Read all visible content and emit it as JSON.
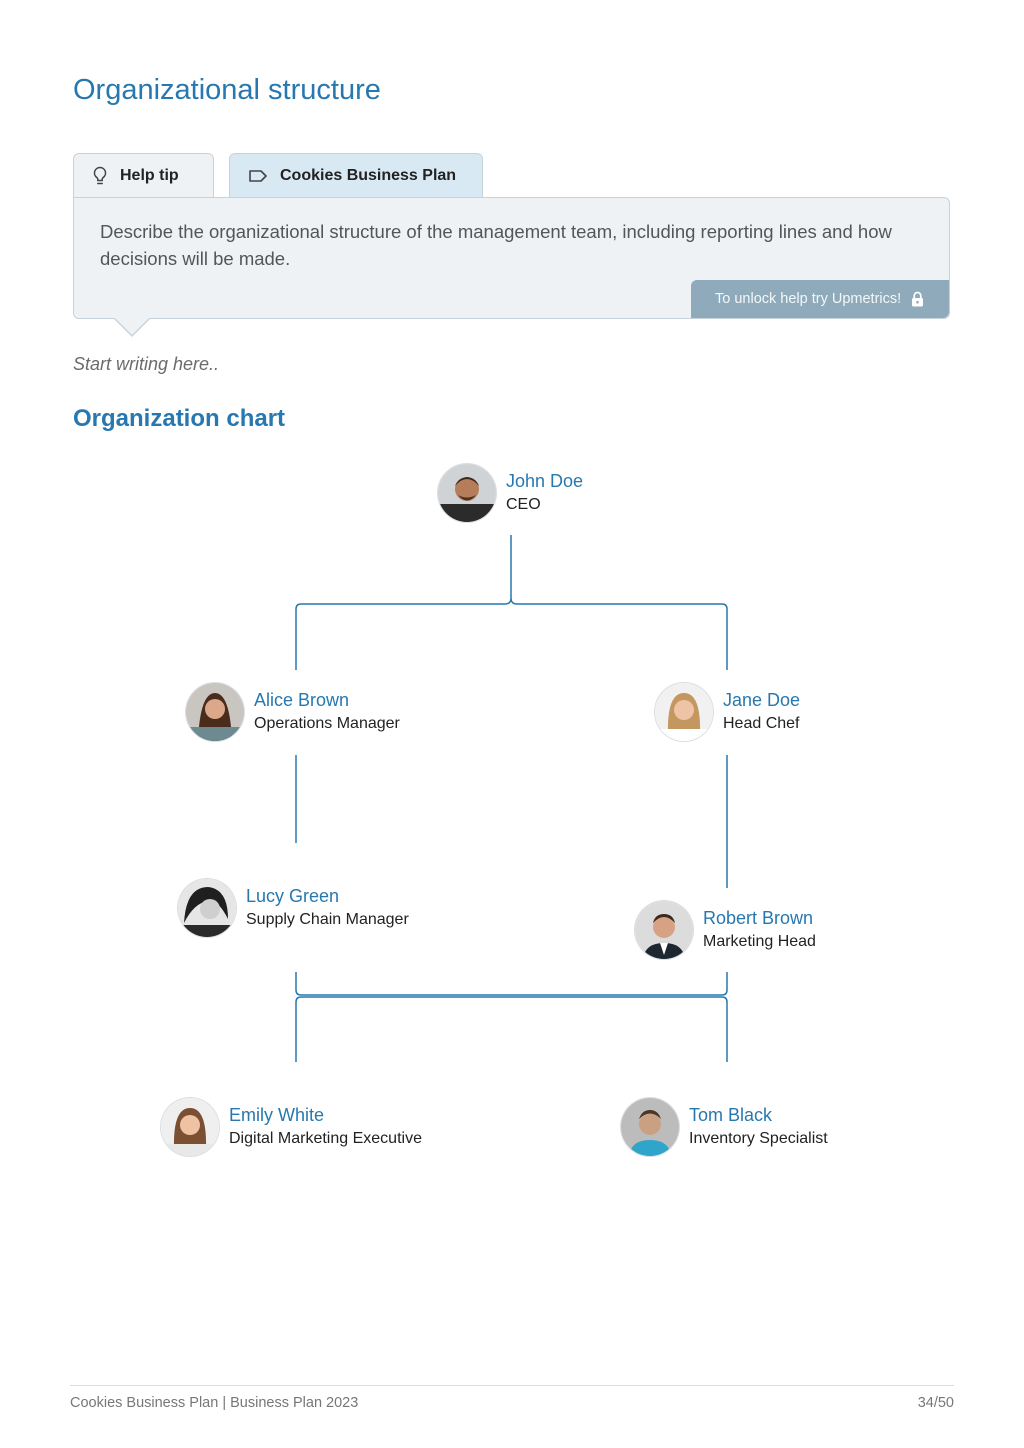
{
  "page_title": "Organizational structure",
  "tabs": [
    {
      "label": "Help tip",
      "icon": "lightbulb-icon"
    },
    {
      "label": "Cookies Business Plan",
      "icon": "tag-icon"
    }
  ],
  "help_tip": {
    "text": "Describe the organizational structure of the management team, including reporting lines and how decisions will be made.",
    "unlock_label": "To unlock help try Upmetrics!",
    "unlock_icon": "lock-icon"
  },
  "placeholder": "Start writing here..",
  "section_title": "Organization chart",
  "org_chart": {
    "ceo": {
      "name": "John Doe",
      "role": "CEO"
    },
    "alice": {
      "name": "Alice Brown",
      "role": "Operations Manager"
    },
    "jane": {
      "name": "Jane Doe",
      "role": "Head Chef"
    },
    "lucy": {
      "name": "Lucy Green",
      "role": "Supply Chain Manager"
    },
    "robert": {
      "name": "Robert Brown",
      "role": "Marketing Head"
    },
    "emily": {
      "name": "Emily White",
      "role": "Digital Marketing Executive"
    },
    "tom": {
      "name": "Tom Black",
      "role": "Inventory Specialist"
    }
  },
  "colors": {
    "accent": "#2778b0",
    "connector": "#2778b0",
    "tip_bg": "#eef2f5",
    "unlock_bg": "#8eaabb"
  },
  "footer": {
    "left": "Cookies Business Plan | Business Plan 2023",
    "right": "34/50"
  }
}
